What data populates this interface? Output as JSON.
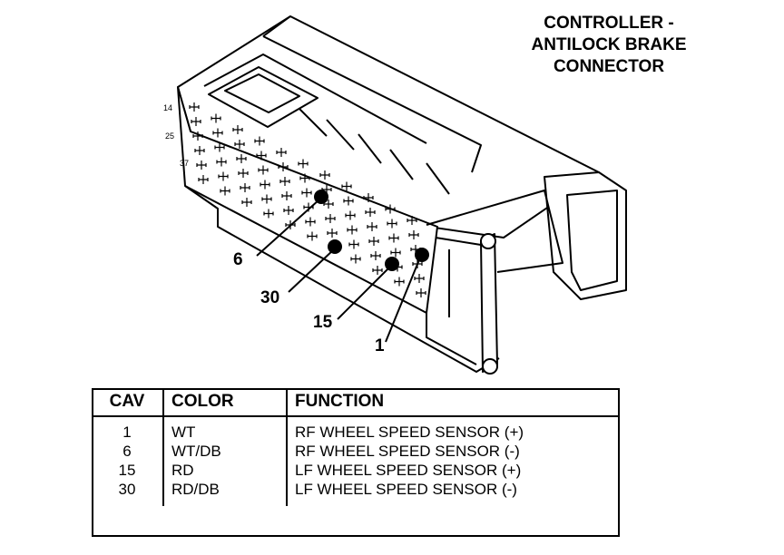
{
  "title": {
    "line1": "CONTROLLER -",
    "line2": "ANTILOCK BRAKE",
    "line3": "CONNECTOR"
  },
  "callouts": {
    "cav_6": "6",
    "cav_30": "30",
    "cav_15": "15",
    "cav_1": "1"
  },
  "side_labels": {
    "pin_14": "14",
    "pin_25": "25",
    "pin_37": "37"
  },
  "table": {
    "headers": {
      "cav": "CAV",
      "color": "COLOR",
      "function": "FUNCTION"
    },
    "rows": [
      {
        "cav": "1",
        "color": "WT",
        "function": "RF WHEEL SPEED SENSOR (+)"
      },
      {
        "cav": "6",
        "color": "WT/DB",
        "function": "RF WHEEL SPEED SENSOR (-)"
      },
      {
        "cav": "15",
        "color": "RD",
        "function": "LF WHEEL SPEED SENSOR (+)"
      },
      {
        "cav": "30",
        "color": "RD/DB",
        "function": "LF WHEEL SPEED SENSOR (-)"
      }
    ]
  }
}
